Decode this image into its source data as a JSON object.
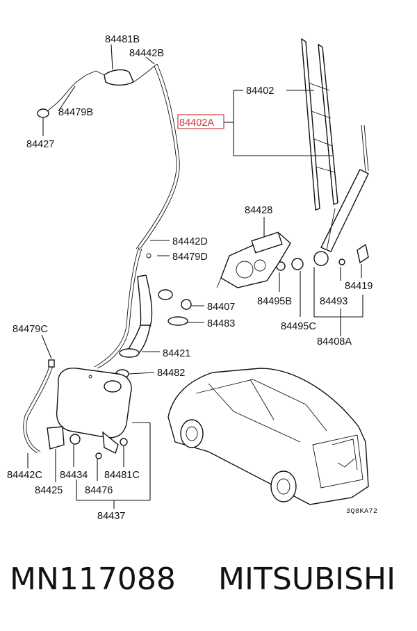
{
  "labels": {
    "p84481B": "84481B",
    "p84442B": "84442B",
    "p84479B": "84479B",
    "p84427": "84427",
    "p84402": "84402",
    "p84402A": "84402A",
    "p84428": "84428",
    "p84442D": "84442D",
    "p84479D": "84479D",
    "p84407": "84407",
    "p84483": "84483",
    "p84421": "84421",
    "p84482": "84482",
    "p84479C": "84479C",
    "p84495B": "84495B",
    "p84493": "84493",
    "p84419": "84419",
    "p84495C": "84495C",
    "p84408A": "84408A",
    "p84442C": "84442C",
    "p84434": "84434",
    "p84481C": "84481C",
    "p84425": "84425",
    "p84476": "84476",
    "p84437": "84437"
  },
  "diagram_code": "3Q8KA72",
  "footer": {
    "part_number": "MN117088",
    "brand": "MITSUBISHI"
  },
  "colors": {
    "highlight": "#d23a3a",
    "line": "#111111"
  }
}
